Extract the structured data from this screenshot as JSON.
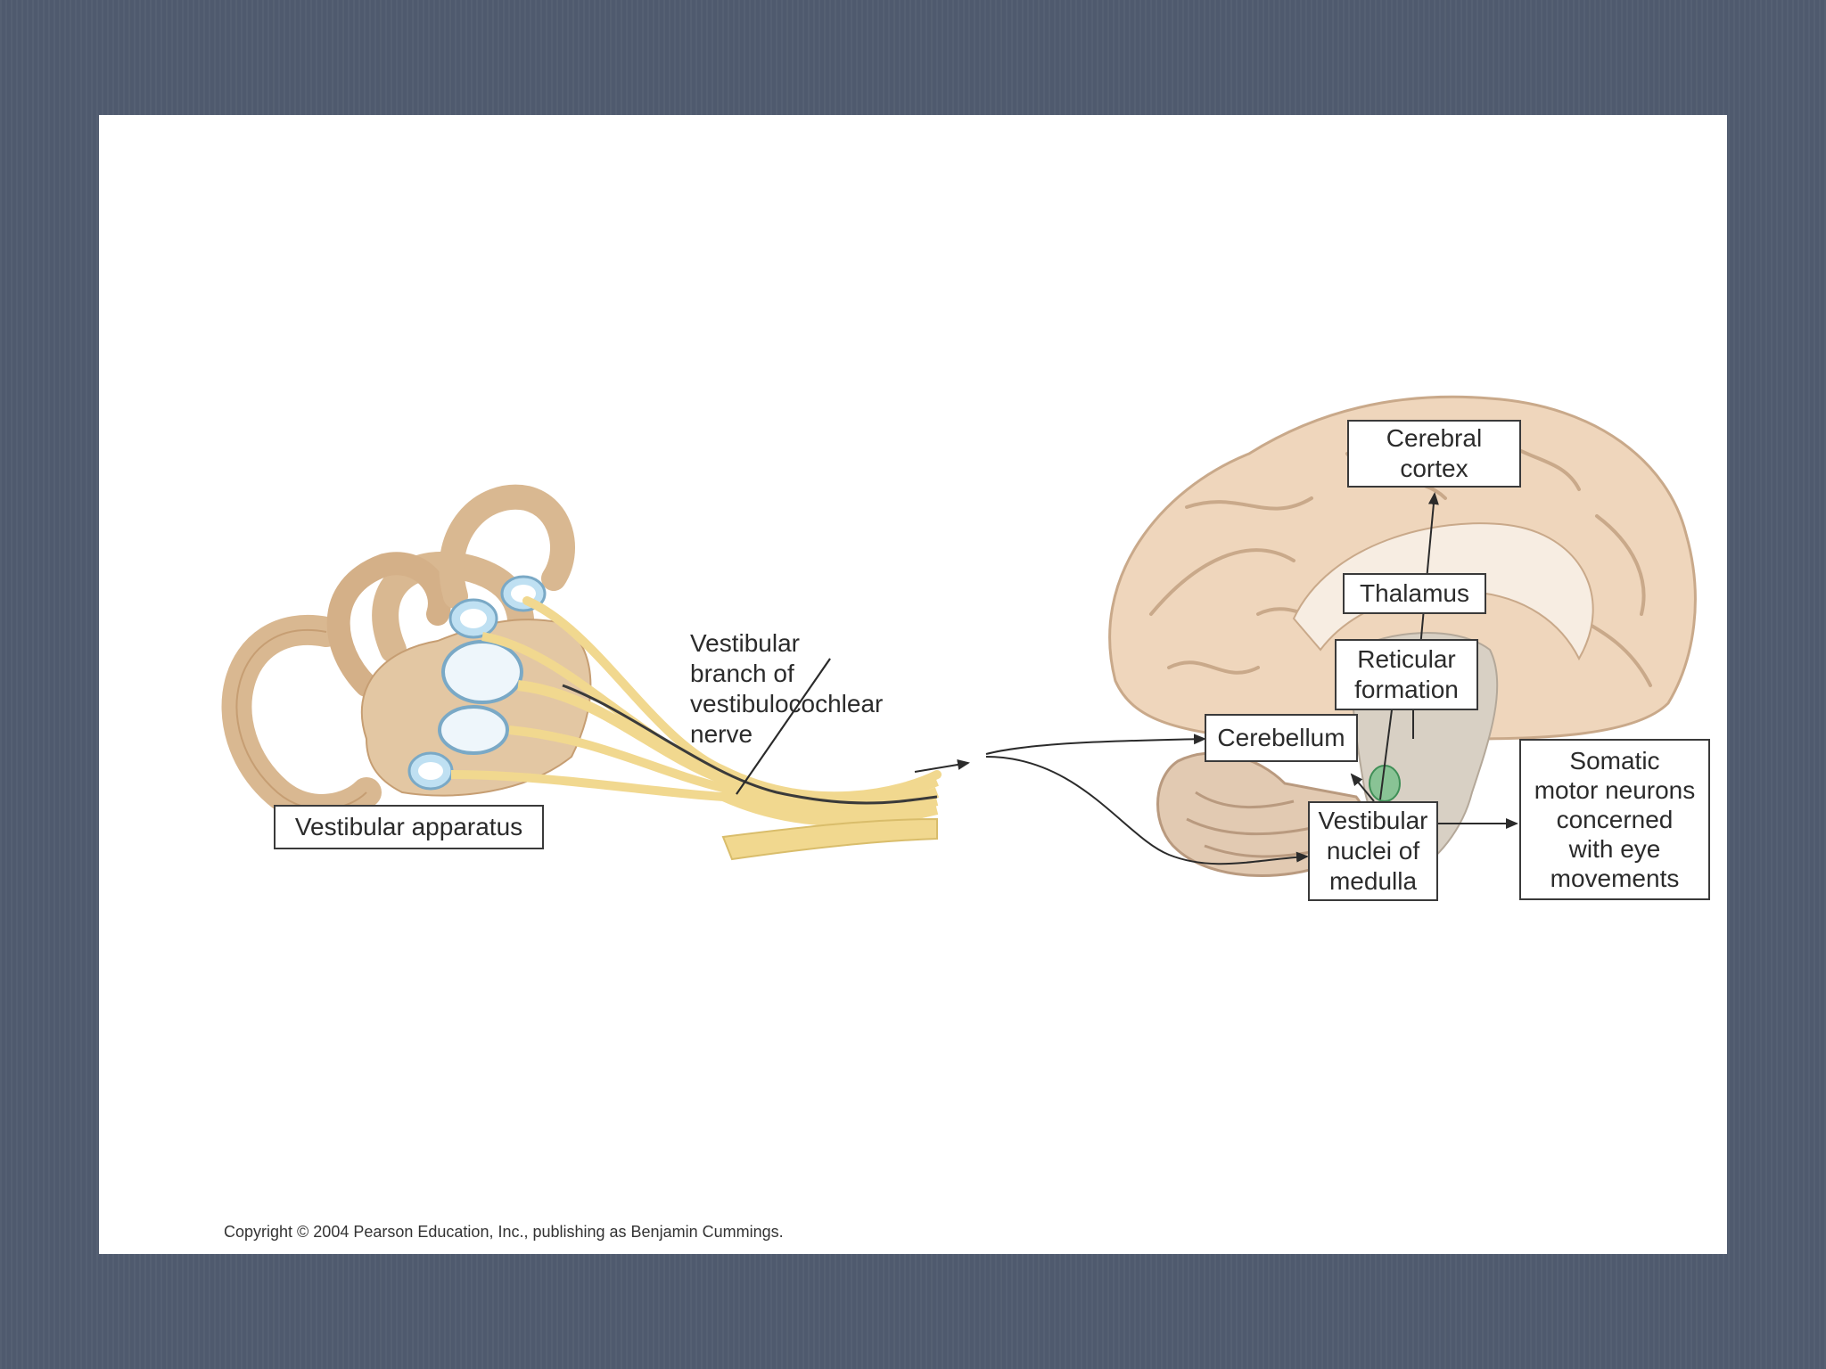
{
  "colors": {
    "frame": "#4f5a6e",
    "canvas": "#ffffff",
    "bone": "#d9b891",
    "nerve": "#f1d88f",
    "brain": "#efd6bc",
    "brainstem": "#d8d0c4",
    "highlight": "#6fbf85",
    "ampulla": "#bfe0f2"
  },
  "labels": {
    "vestibular_apparatus": "Vestibular apparatus",
    "vestibular_branch": "Vestibular\nbranch of\nvestibulocochlear\nnerve",
    "cerebral_cortex": "Cerebral\ncortex",
    "thalamus": "Thalamus",
    "reticular_formation": "Reticular\nformation",
    "cerebellum": "Cerebellum",
    "vestibular_nuclei": "Vestibular\nnuclei of\nmedulla",
    "somatic_motor_neurons": "Somatic\nmotor neurons\nconcerned\nwith eye\nmovements"
  },
  "copyright": "Copyright © 2004 Pearson Education, Inc., publishing as Benjamin Cummings."
}
